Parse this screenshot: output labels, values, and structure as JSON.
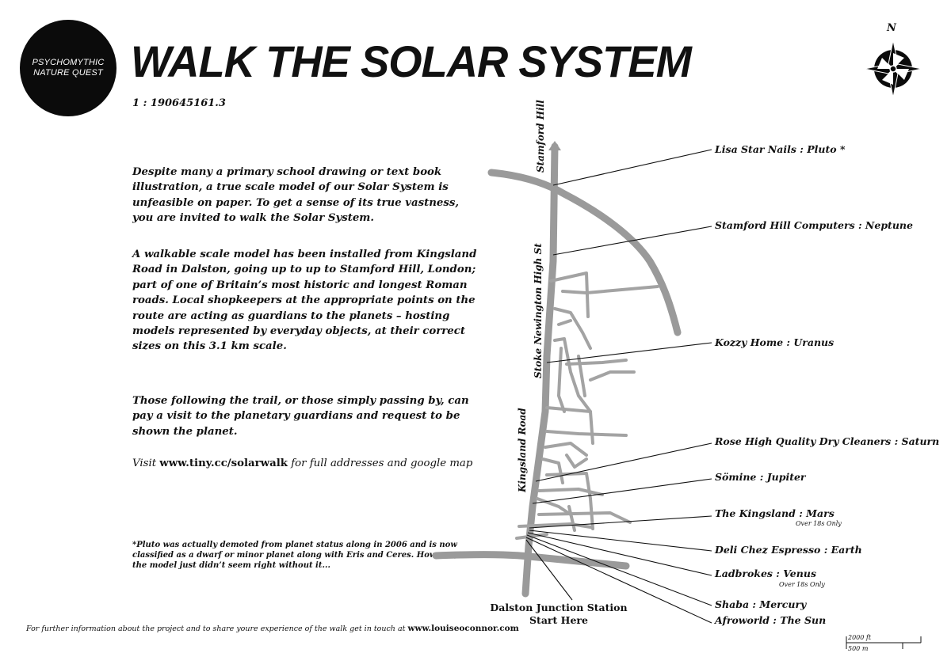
{
  "logo": {
    "line1": "PSYCHOMYTHIC",
    "line2": "NATURE QUEST"
  },
  "title": "WALK THE SOLAR SYSTEM",
  "scale_ratio": "1 : 190645161.3",
  "paragraphs": [
    "Despite many a primary school drawing or text book illustration, a true scale model of our Solar System is unfeasible on paper.  To get a sense of its true vastness, you are invited to walk the Solar System.",
    "A walkable scale model has been installed from Kingsland Road in Dalston, going up to up to Stamford Hill, London; part of one of Britain’s most historic and longest Roman roads. Local shopkeepers at the appropriate points on the route are acting as guardians to the planets – hosting models represented by everyday objects, at their correct sizes on this 3.1 km scale.",
    "Those following the trail, or those simply passing by, can pay a visit to the planetary guardians and request to be shown the planet."
  ],
  "visit": {
    "prefix": "Visit ",
    "url": "www.tiny.cc/solarwalk",
    "suffix": " for full addresses and google map"
  },
  "pluto_note": "*Pluto was actually demoted from planet status along in 2006 and is now classified as a dwarf or minor planet along with Eris and Ceres. However, the model just didn’t seem right without it...",
  "footer": {
    "text": "For further information about the project and to share youre experience of  the walk get in touch at ",
    "url": "www.louiseoconnor.com"
  },
  "roads": {
    "stamford_hill": "Stamford Hill",
    "stoke_newington": "Stoke Newington High St",
    "kingsland": "Kingsland Road"
  },
  "stops": [
    {
      "label": "Lisa Star Nails : Pluto *"
    },
    {
      "label": "Stamford Hill Computers : Neptune"
    },
    {
      "label": "Kozzy Home : Uranus"
    },
    {
      "label": "Rose High Quality Dry Cleaners : Saturn"
    },
    {
      "label": "Sömine : Jupiter"
    },
    {
      "label": "The Kingsland : Mars",
      "note": "Over 18s Only"
    },
    {
      "label": "Deli Chez Espresso : Earth"
    },
    {
      "label": "Ladbrokes : Venus",
      "note": "Over 18s Only"
    },
    {
      "label": "Shaba : Mercury"
    },
    {
      "label": "Afroworld : The Sun"
    }
  ],
  "station": {
    "line1": "Dalston Junction Station",
    "line2": "Start Here"
  },
  "compass": {
    "north": "N",
    "icon": "compass-rose-icon"
  },
  "scalebar": {
    "feet": "2000 ft",
    "meters": "500 m"
  }
}
